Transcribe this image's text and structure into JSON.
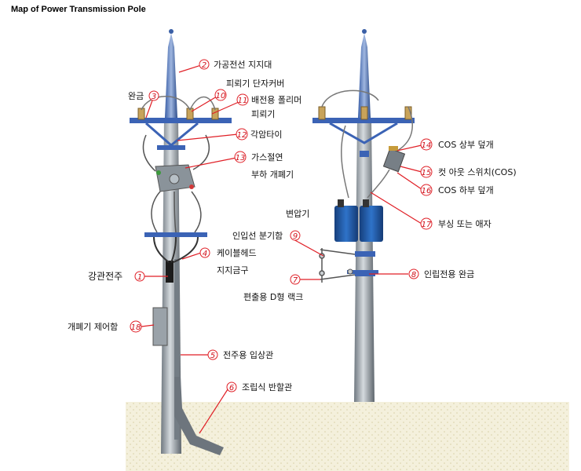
{
  "title": "Map of Power Transmission Pole",
  "labels": {
    "l1": "강관전주",
    "l2": "가공전선 지지대",
    "l3": "완금",
    "l4a": "케이블헤드",
    "l4b": "지지금구",
    "l5": "전주용 입상관",
    "l6": "조립식 반할관",
    "l7": "편출용 D형 랙크",
    "l8": "인립전용 완금",
    "l9": "인입선 분기함",
    "l10": "피뢰기 단자커버",
    "l11": "배전용 폴리머",
    "l11b": "피뢰기",
    "l12": "각암타이",
    "l13a": "가스절연",
    "l13b": "부하 개폐기",
    "l14": "COS 상부 덮개",
    "l15": "컷 아웃 스위치(COS)",
    "l16": "COS 하부 덮개",
    "l17": "부싱 또는 애자",
    "l18": "개폐기 제어함",
    "ltr": "변압기"
  },
  "numbers": {
    "n1": "1",
    "n2": "2",
    "n3": "3",
    "n4": "4",
    "n5": "5",
    "n6": "6",
    "n7": "7",
    "n8": "8",
    "n9": "9",
    "n10": "10",
    "n11": "11",
    "n12": "12",
    "n13": "13",
    "n14": "14",
    "n15": "15",
    "n16": "16",
    "n17": "17",
    "n18": "18"
  },
  "colors": {
    "callout": "#e01f26",
    "crossarm": "#3b63b5",
    "pole": "#9aa3ab",
    "transformer": "#1f5aa8",
    "ground": "#e9e2c4"
  }
}
